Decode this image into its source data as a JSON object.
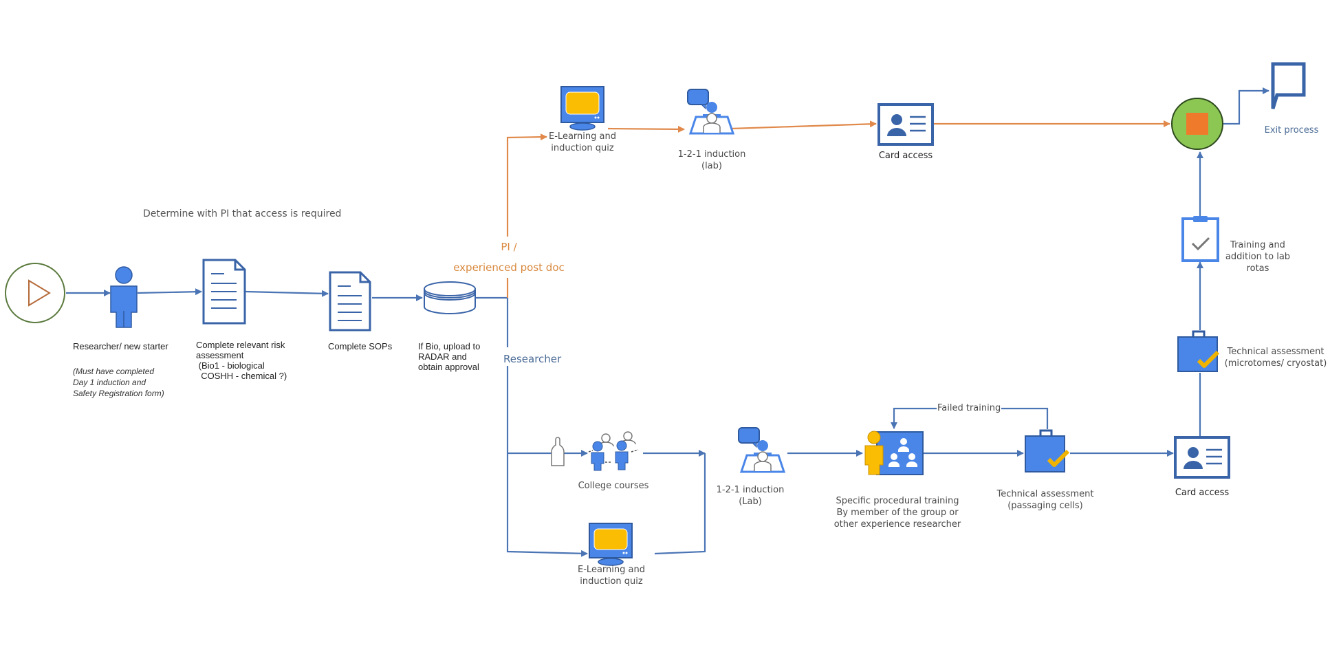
{
  "colors": {
    "flow_blue": "#4a74b4",
    "icon_blue": "#4a86e8",
    "icon_dark": "#2f5aa0",
    "orange": "#e0894a",
    "yellow": "#fbbc04",
    "start_green": "#5b7a3e",
    "end_fill": "#8cc653",
    "end_square": "#f07a2b",
    "gold": "#f0b400"
  },
  "note": "Determine with PI that access is required",
  "branches": {
    "pi": "PI /\nexperienced post doc",
    "researcher": "Researcher"
  },
  "nodes": {
    "start": {
      "icon": "play-icon"
    },
    "researcher": {
      "label": "Researcher/ new starter",
      "sublabel": "(Must have completed\nDay 1 induction and\nSafety Registration form)"
    },
    "risk": {
      "label": "Complete relevant risk\nassessment\n (Bio1 - biological\n  COSHH - chemical ?)"
    },
    "sops": {
      "label": "Complete SOPs"
    },
    "radar": {
      "label": "If Bio, upload to\nRADAR and\nobtain approval"
    },
    "elearn_top": {
      "label": "E-Learning and\ninduction quiz"
    },
    "induction_top": {
      "label": "1-2-1 induction\n(lab)"
    },
    "card_top": {
      "label": "Card access"
    },
    "end": {
      "icon": "stop-icon"
    },
    "exit": {
      "label": "Exit process"
    },
    "rotas": {
      "label": "Training and\naddition to lab\nrotas"
    },
    "tech_micro": {
      "label": "Technical assessment\n(microtomes/ cryostat)"
    },
    "college": {
      "label": "College courses"
    },
    "induction_bottom": {
      "label": "1-2-1 induction\n(Lab)"
    },
    "elearn_bottom": {
      "label": "E-Learning and\ninduction quiz"
    },
    "procedural": {
      "label": "Specific procedural training\nBy member of the group or\nother experience researcher"
    },
    "tech_cells": {
      "label": "Technical assessment\n(passaging cells)"
    },
    "card_bottom": {
      "label": "Card access"
    },
    "failed": {
      "label": "Failed training"
    }
  }
}
